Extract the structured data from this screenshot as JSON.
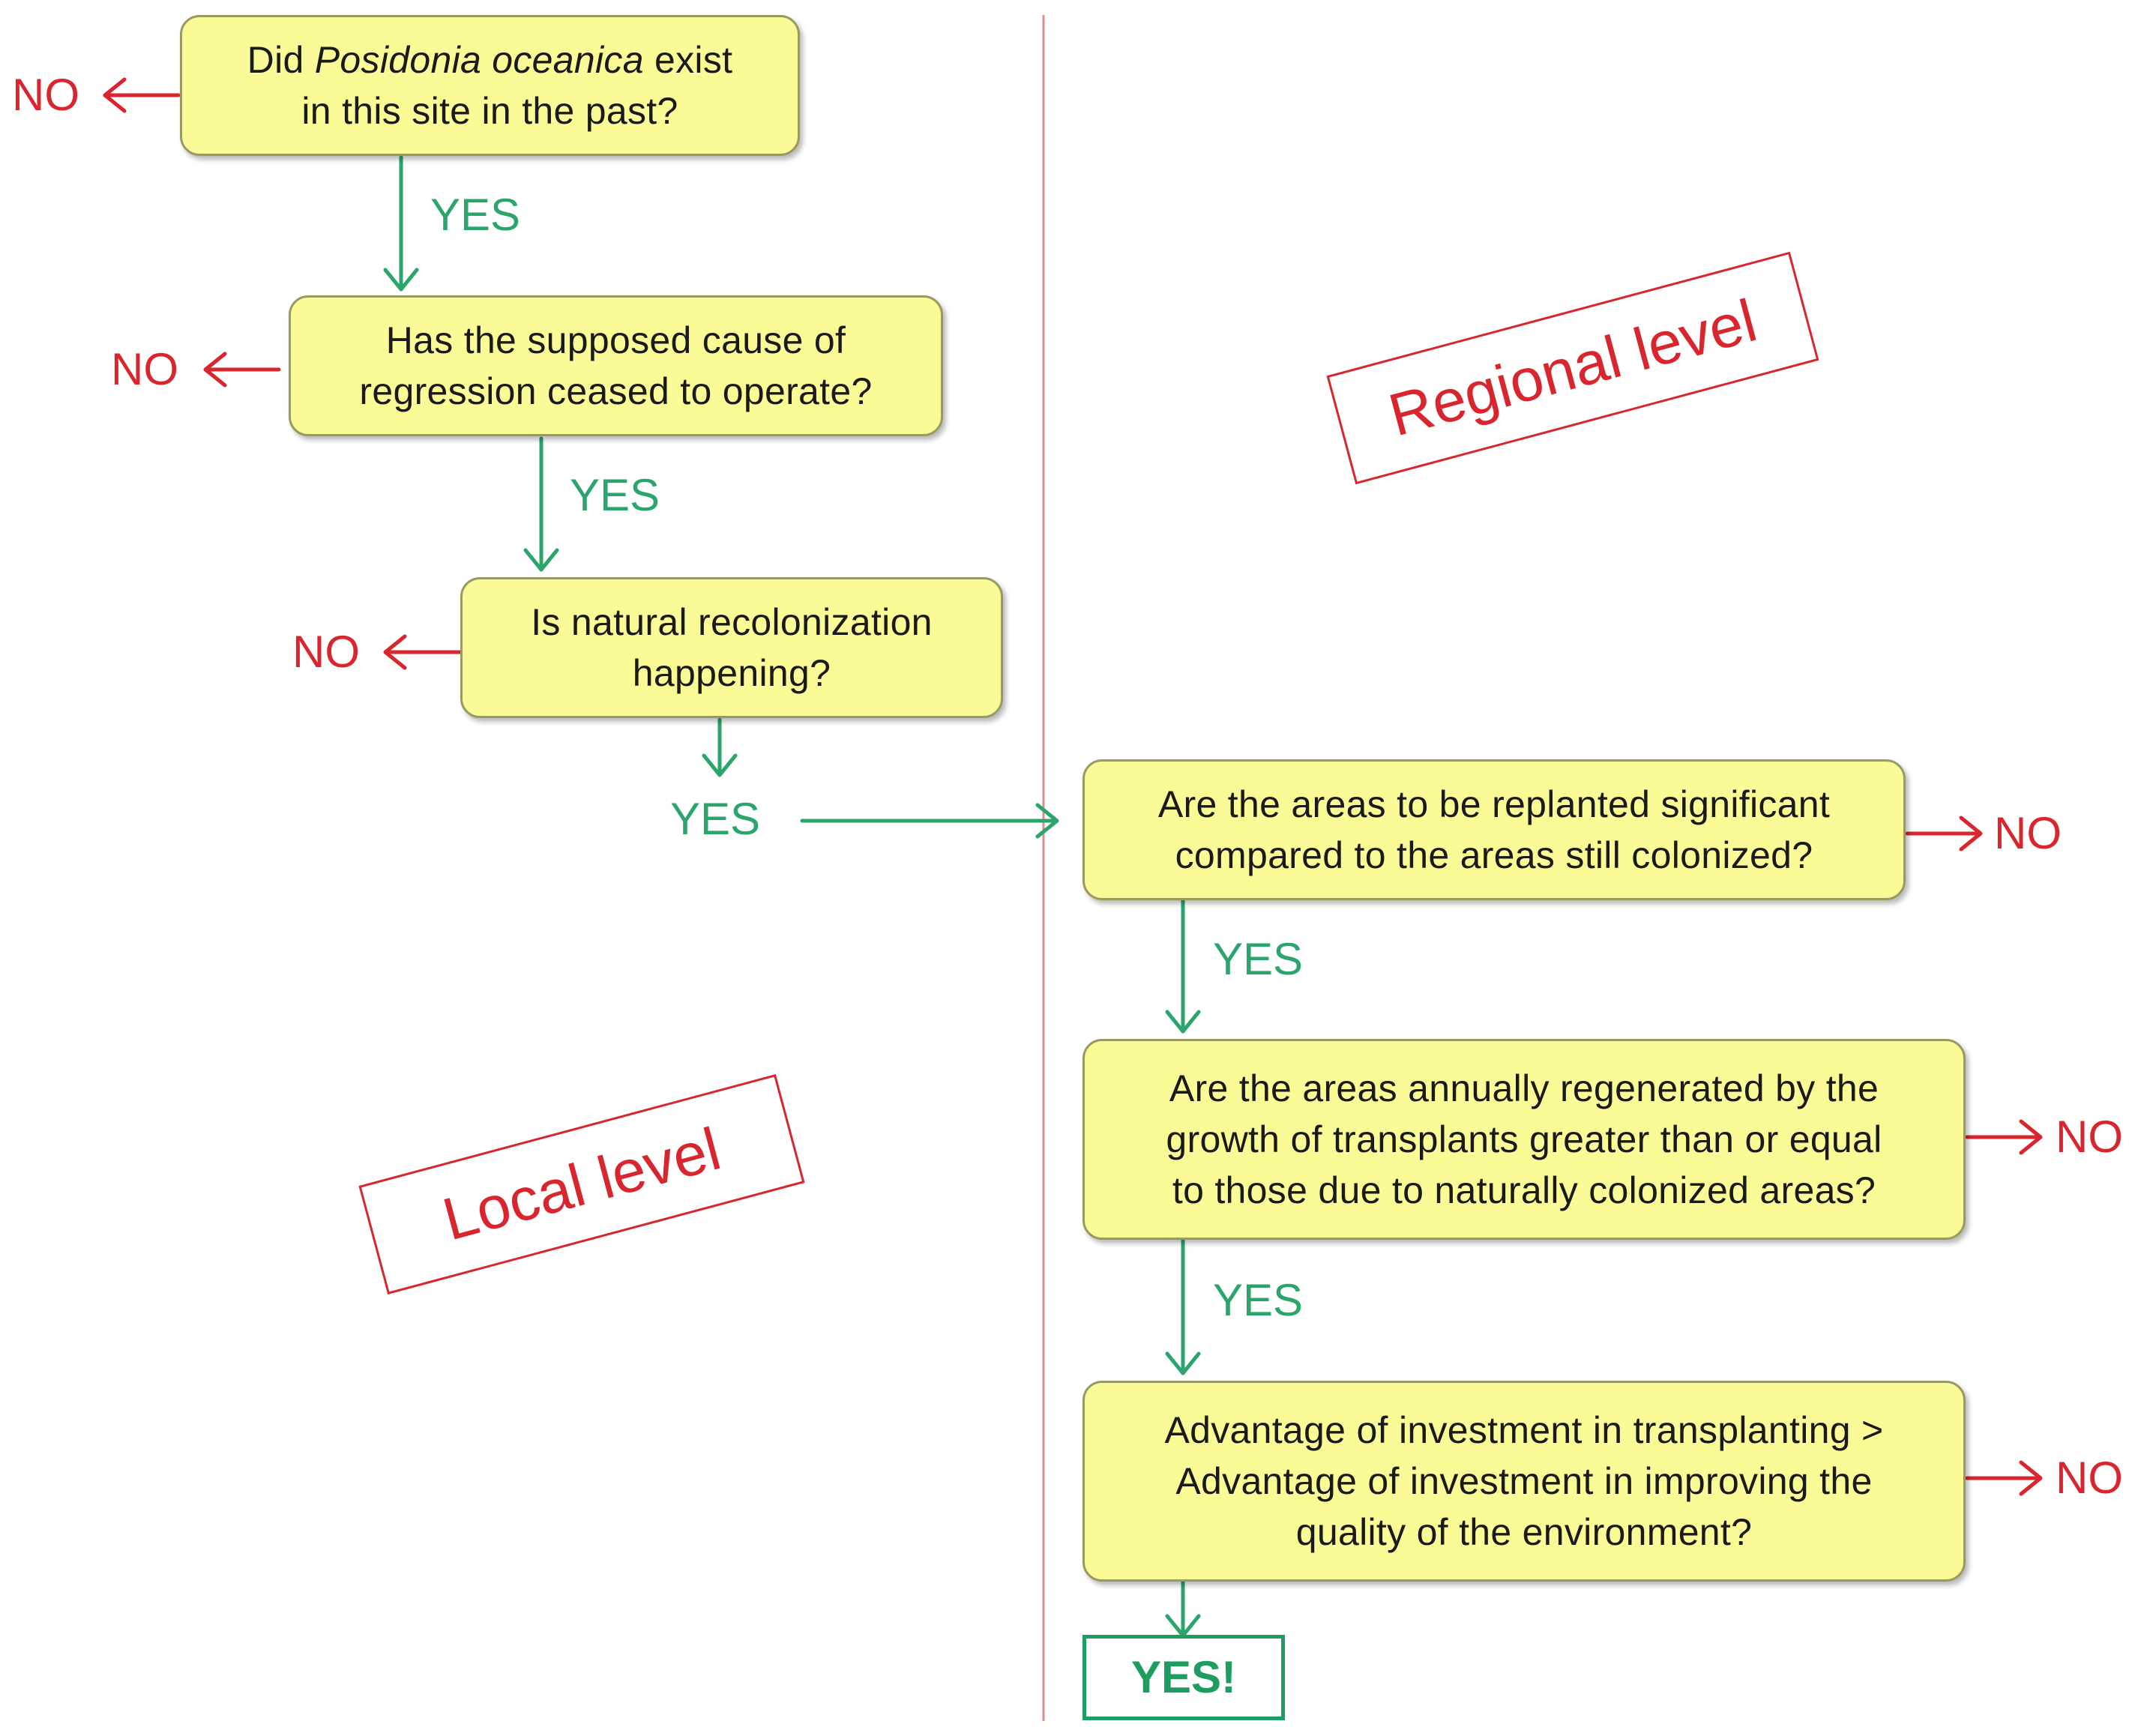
{
  "colors": {
    "box_fill": "#fafa96",
    "yes_green": "#2ba56b",
    "no_red": "#d9262e",
    "divider": "#e38c8c"
  },
  "zones": {
    "regional": "Regional level",
    "local": "Local level"
  },
  "questions": [
    {
      "prefix": "Did ",
      "italic": "Posidonia oceanica",
      "line1_rest": " exist",
      "line2": "in this site in the past?"
    },
    {
      "line1": "Has the supposed cause of",
      "line2": "regression ceased to operate?"
    },
    {
      "line1": "Is natural recolonization",
      "line2": "happening?"
    },
    {
      "line1": "Are the areas to be replanted significant",
      "line2": "compared to the areas still colonized?"
    },
    {
      "line1": "Are the areas annually regenerated by the",
      "line2": "growth of transplants greater than or equal",
      "line3": "to those due to naturally colonized areas?"
    },
    {
      "line1": "Advantage of investment in transplanting >",
      "line2": "Advantage of investment in improving the",
      "line3": "quality of the environment?"
    }
  ],
  "labels": {
    "yes": "YES",
    "no": "NO",
    "final": "YES!"
  }
}
